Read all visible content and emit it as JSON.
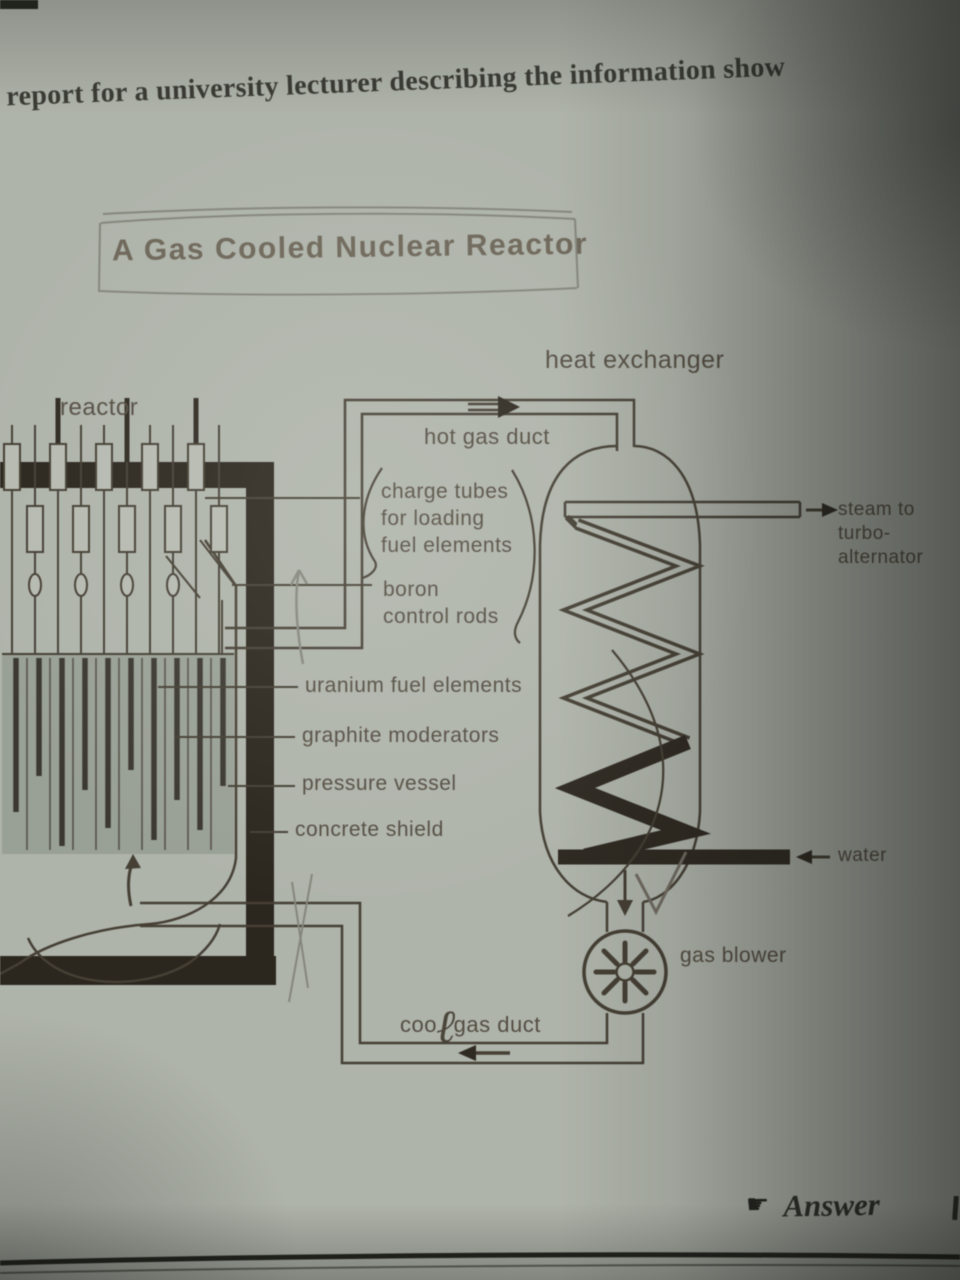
{
  "header": {
    "text": "report for a university lecturer describing the information show"
  },
  "title": {
    "text": "A Gas Cooled Nuclear Reactor"
  },
  "labels": {
    "reactor": "reactor",
    "heat_exchanger": "heat exchanger",
    "hot_gas_duct": "hot gas duct",
    "charge_tubes": [
      "charge tubes",
      "for loading",
      "fuel elements"
    ],
    "boron": [
      "boron",
      "control rods"
    ],
    "uranium": "uranium fuel elements",
    "graphite": "graphite moderators",
    "pressure_vessel": "pressure vessel",
    "concrete_shield": "concrete shield",
    "steam": [
      "steam to",
      "turbo-",
      "alternator"
    ],
    "water": "water",
    "gas_blower": "gas blower",
    "cool_gas_duct": {
      "pre": "coo",
      "handwritten_l": "ℓ",
      "post": "gas duct"
    }
  },
  "footer": {
    "pointer": "☛",
    "answer": "Answer"
  },
  "colors": {
    "paper": "#afb4ab",
    "ink": "#453f34",
    "ink_dark": "#2f2a22",
    "shield": "#2b261e",
    "pencil": "#84867c",
    "core_fill": "#99a096"
  }
}
